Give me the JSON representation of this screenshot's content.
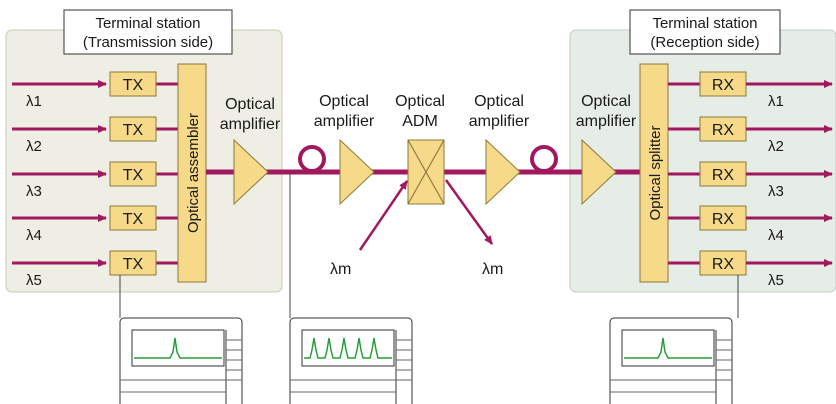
{
  "transmission_station": {
    "title_line1": "Terminal station",
    "title_line2": "(Transmission side)"
  },
  "reception_station": {
    "title_line1": "Terminal station",
    "title_line2": "(Reception side)"
  },
  "tx_label": "TX",
  "rx_label": "RX",
  "tx_wavelengths": [
    "λ1",
    "λ2",
    "λ3",
    "λ4",
    "λ5"
  ],
  "rx_wavelengths": [
    "λ1",
    "λ2",
    "λ3",
    "λ4",
    "λ5"
  ],
  "assembler_label": "Optical assembler",
  "splitter_label": "Optical splitter",
  "amplifier1": {
    "line1": "Optical",
    "line2": "amplifier"
  },
  "amplifier2": {
    "line1": "Optical",
    "line2": "amplifier"
  },
  "adm": {
    "line1": "Optical",
    "line2": "ADM"
  },
  "amplifier3": {
    "line1": "Optical",
    "line2": "amplifier"
  },
  "amplifier4": {
    "line1": "Optical",
    "line2": "amplifier"
  },
  "add_label": "λm",
  "drop_label": "λm",
  "colors": {
    "signal": "#a0185e",
    "component_fill": "#f7d98a",
    "component_stroke": "#8a7a3a",
    "station_bg": "#eeeee4",
    "spectrum": "#2a9d3a"
  }
}
